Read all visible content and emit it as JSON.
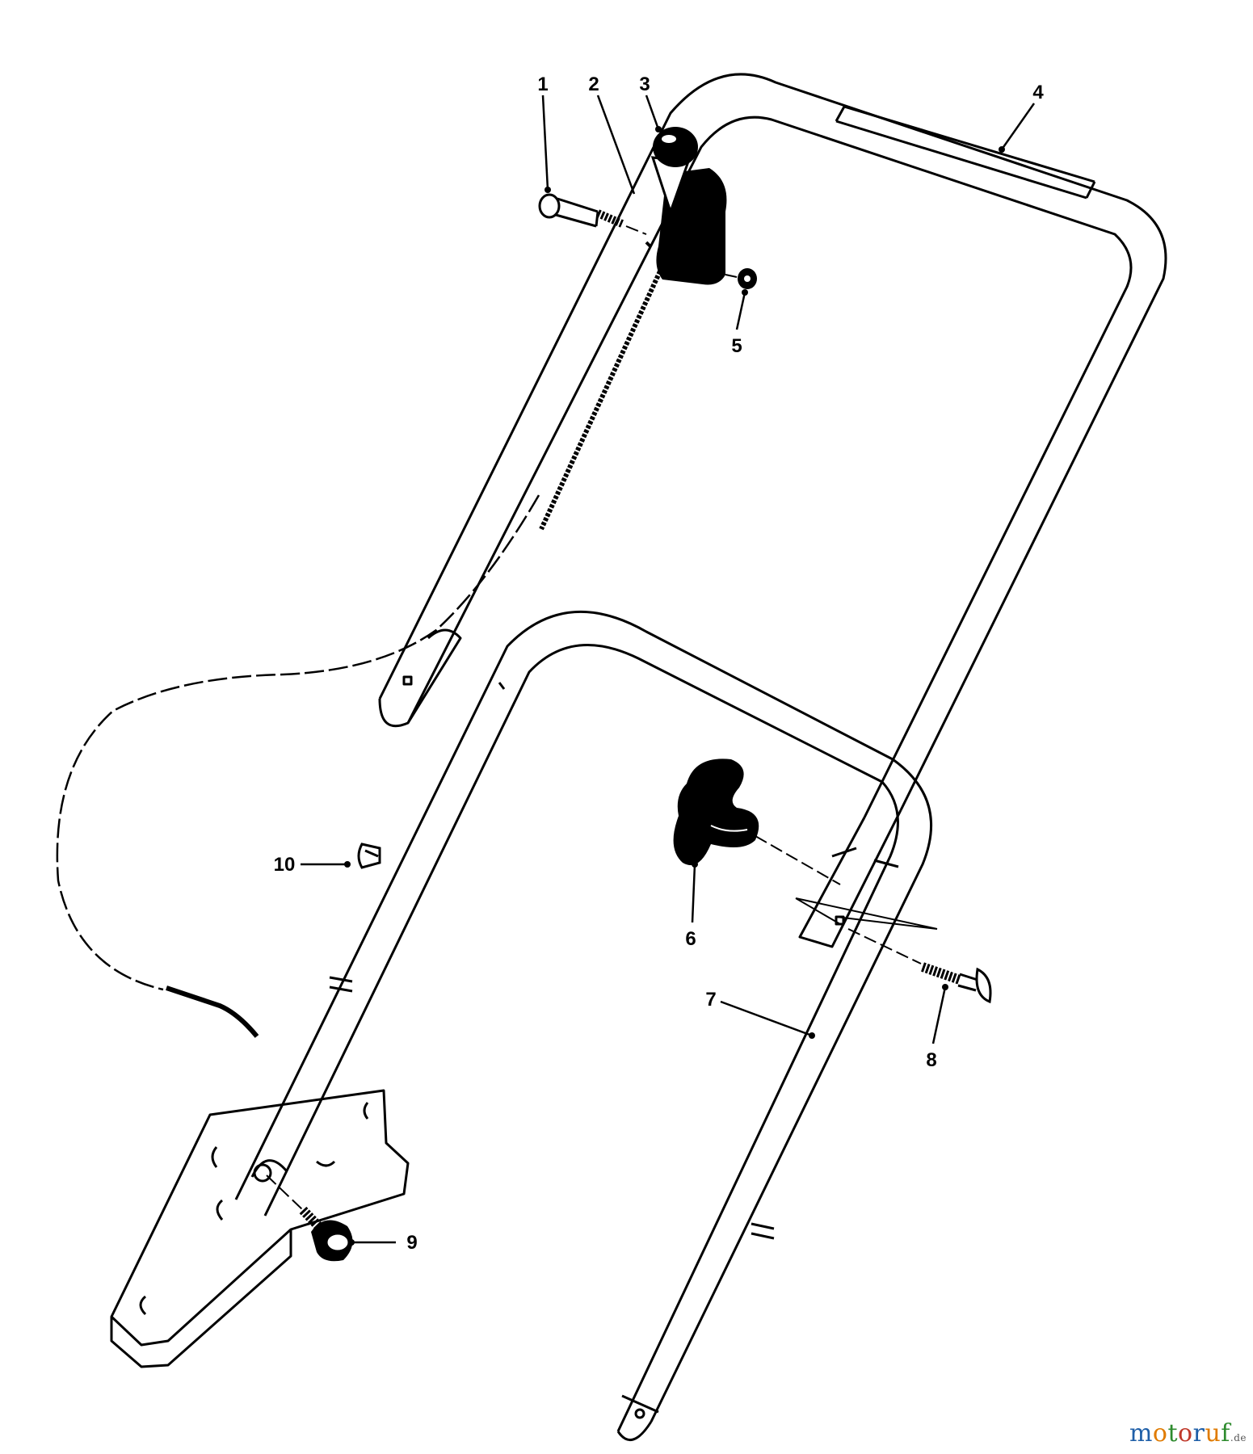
{
  "diagram": {
    "part_labels": [
      "1",
      "2",
      "3",
      "4",
      "5",
      "6",
      "7",
      "8",
      "9",
      "10"
    ]
  },
  "watermark": {
    "letters": [
      {
        "char": "m",
        "color": "#1f5fa8"
      },
      {
        "char": "o",
        "color": "#e07b00"
      },
      {
        "char": "t",
        "color": "#2e8b2e"
      },
      {
        "char": "o",
        "color": "#c0392b"
      },
      {
        "char": "r",
        "color": "#1f5fa8"
      },
      {
        "char": "u",
        "color": "#e07b00"
      },
      {
        "char": "f",
        "color": "#2e8b2e"
      }
    ],
    "suffix": ".de"
  }
}
